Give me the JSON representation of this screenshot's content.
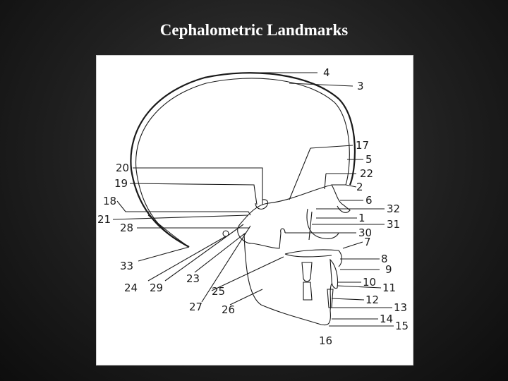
{
  "title": "Cephalometric Landmarks",
  "labels": {
    "l1": "1",
    "l2": "2",
    "l3": "3",
    "l4": "4",
    "l5": "5",
    "l6": "6",
    "l7": "7",
    "l8": "8",
    "l9": "9",
    "l10": "10",
    "l11": "11",
    "l12": "12",
    "l13": "13",
    "l14": "14",
    "l15": "15",
    "l16": "16",
    "l17": "17",
    "l18": "18",
    "l19": "19",
    "l20": "20",
    "l21": "21",
    "l22": "22",
    "l23": "23",
    "l24": "24",
    "l25": "25",
    "l26": "26",
    "l27": "27",
    "l28": "28",
    "l29": "29",
    "l30": "30",
    "l31": "31",
    "l32": "32",
    "l33": "33"
  }
}
